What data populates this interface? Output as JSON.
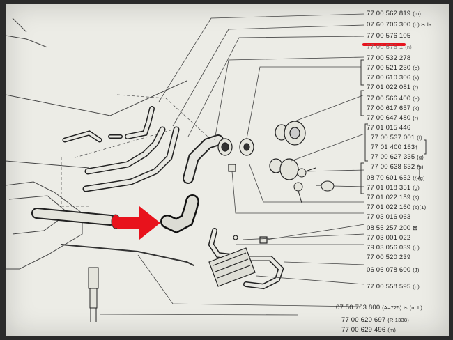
{
  "parts": [
    {
      "number": "77 00 562 819",
      "code": "(m)"
    },
    {
      "number": "07 60 706 300",
      "code": "(b) ✂ la"
    },
    {
      "number": "77 00 576 105",
      "code": ""
    },
    {
      "number": "77 00 576 1",
      "code": "(n)"
    },
    {
      "number": "77 00 532 278",
      "code": ""
    },
    {
      "number": "77 00 521 230",
      "code": "(e)"
    },
    {
      "number": "77 00 610 306",
      "code": "(k)"
    },
    {
      "number": "77 01 022 081",
      "code": "(r)"
    },
    {
      "number": "77 00 566 400",
      "code": "(e)"
    },
    {
      "number": "77 00 617 657",
      "code": "(k)"
    },
    {
      "number": "77 00 647 480",
      "code": "(r)"
    },
    {
      "number": "77 01 015 446",
      "code": ""
    },
    {
      "number": "77 00 537 001",
      "code": "(f)"
    },
    {
      "number": "77 01 400 163",
      "code": "†"
    },
    {
      "number": "77 00 627 335",
      "code": "(g)"
    },
    {
      "number": "77 00 638 632",
      "code": "(s)"
    },
    {
      "number": "08 70 601 652",
      "code": "(f)(g)"
    },
    {
      "number": "77 01 018 351",
      "code": "(g)"
    },
    {
      "number": "77 01 022 159",
      "code": "(s)"
    },
    {
      "number": "77 01 022 160",
      "code": "(s)(1)"
    },
    {
      "number": "77 03 016 063",
      "code": ""
    },
    {
      "number": "08 55 257 200",
      "code": "⊠"
    },
    {
      "number": "77 03 001 022",
      "code": ""
    },
    {
      "number": "79 03 056 039",
      "code": "(p)"
    },
    {
      "number": "77 00 520 239",
      "code": ""
    },
    {
      "number": "06 06 078 600",
      "code": "(J)"
    },
    {
      "number": "77 00 558 595",
      "code": "(p)"
    },
    {
      "number": "07 50 763 800",
      "code": "(A=725) ✂ (m L)"
    },
    {
      "number": "77 00 620 697",
      "code": "(R 1338)"
    },
    {
      "number": "77 00 629 496",
      "code": "(m)"
    }
  ],
  "annotations": {
    "arrow_color": "#e8121c",
    "underline_color": "#e8121c"
  }
}
